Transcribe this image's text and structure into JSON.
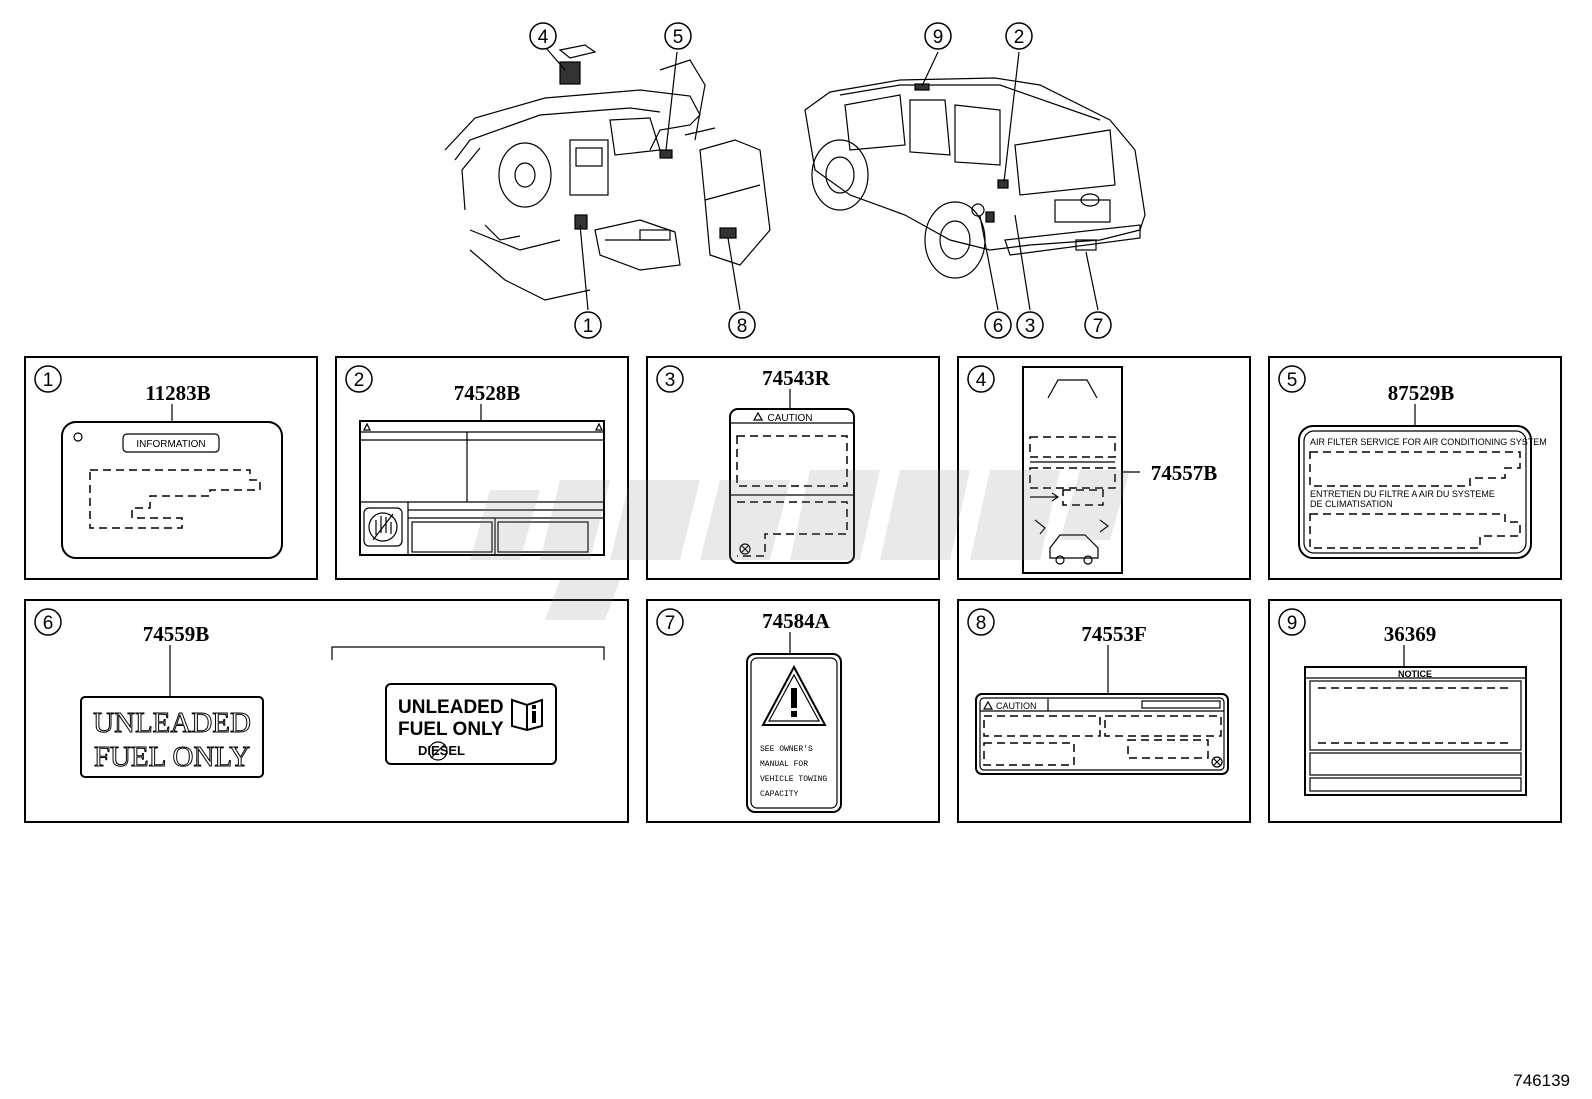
{
  "panels": [
    {
      "num": "1",
      "part": "11283B",
      "label_text": "INFORMATION"
    },
    {
      "num": "2",
      "part": "74528B"
    },
    {
      "num": "3",
      "part": "74543R",
      "label_text": "CAUTION"
    },
    {
      "num": "4",
      "part": "74557B"
    },
    {
      "num": "5",
      "part": "87529B",
      "line1": "AIR FILTER SERVICE FOR AIR CONDITIONING SYSTEM",
      "line2": "ENTRETIEN DU FILTRE A AIR DU SYSTEME",
      "line3": "DE CLIMATISATION"
    },
    {
      "num": "6",
      "part": "74559B",
      "label_a_line1": "UNLEADED",
      "label_a_line2": "FUEL ONLY",
      "label_b_line1": "UNLEADED",
      "label_b_line2": "FUEL ONLY",
      "label_b_line3": "DIESEL"
    },
    {
      "num": "7",
      "part": "74584A",
      "line1": "SEE OWNER'S",
      "line2": "MANUAL FOR",
      "line3": "VEHICLE TOWING",
      "line4": "CAPACITY"
    },
    {
      "num": "8",
      "part": "74553F",
      "label_text": "CAUTION"
    },
    {
      "num": "9",
      "part": "36369",
      "label_text": "NOTICE"
    }
  ],
  "callouts_interior": [
    "4",
    "5",
    "1",
    "8"
  ],
  "callouts_exterior": [
    "9",
    "2",
    "6",
    "3",
    "7"
  ],
  "diagram_id": "746139",
  "icons": [
    "warning-triangle-icon",
    "book-info-icon",
    "hand-icon",
    "vehicle-icon"
  ]
}
